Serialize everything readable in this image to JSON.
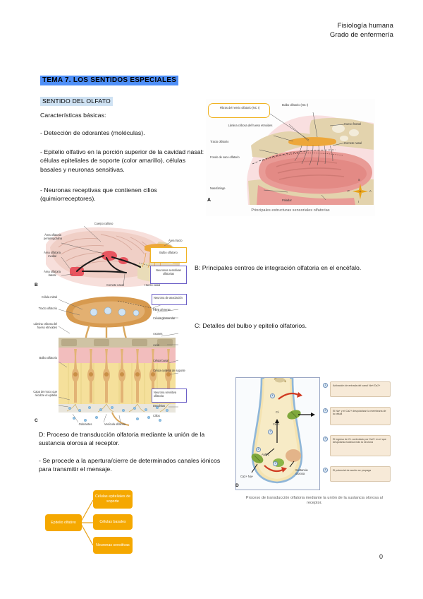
{
  "header": {
    "line1": "Fisiología humana",
    "line2": "Grado de enfermería"
  },
  "headings": {
    "tema": "TEMA 7. LOS SENTIDOS ESPECIALES",
    "seccion": "SENTIDO DEL OLFATO"
  },
  "body": {
    "intro": "Características básicas:",
    "bullet1": "- Detección de odorantes (moléculas).",
    "bullet2": "- Epitelio olfativo en la porción superior de la cavidad nasal: células epiteliales de soporte (color amarillo), células basales y neuronas sensitivas.",
    "bullet3": "- Neuronas receptivas que contienen cilios (quimiorreceptores).",
    "caption_b": "B: Principales centros de integración olfatoria en el encéfalo.",
    "caption_c": "C: Detalles del bulbo y epitelio olfatorios.",
    "caption_d": "D: Proceso de transducción olfatoria mediante la unión de la sustancia olorosa al receptor.",
    "bullet4": "- Se procede a la apertura/cierre de determinados canales iónicos para transmitir el mensaje."
  },
  "page_number": "0",
  "figure_a": {
    "letter": "A",
    "caption": "Principales estructuras sensoriales olfatorias",
    "labels": {
      "fibras": "Fibras del nervio olfatorio (NC I)",
      "bulbo": "Bulbo olfatorio (NC I)",
      "lamina": "Lámina cribosa del hueso etmoides",
      "tracto": "Tracto olfatorio",
      "fondo": "Fondo de saco olfatorio",
      "nasofaringe": "Nasofaringe",
      "paladar": "Paladar",
      "hueso_frontal": "Hueso frontal",
      "cornete_nasal": "Cornete nasal"
    },
    "compass": {
      "s": "S",
      "i": "I",
      "p": "P",
      "a": "A"
    }
  },
  "figure_b": {
    "letter": "B",
    "labels": {
      "cuerpo_calloso": "Cuerpo calloso",
      "area_olfatoria_periamigdalina": "Área olfatoria periamigdalina",
      "area_olfatoria_medial": "Área olfatoria medial",
      "area_olfatoria_lateral": "Área olfatoria lateral",
      "cornete_nasal": "Cornete nasal",
      "hueso_nasal": "Hueso nasal",
      "area_tracto": "Área tracto",
      "bulbo_olfatorio": "Bulbo olfatorio",
      "neuronas_sensitivas_olfatorias": "Neuronas sensitivas olfatorias"
    }
  },
  "figure_c": {
    "letter": "C",
    "labels": {
      "celula_mitral": "Célula mitral",
      "tracto_olfatorio": "Tracto olfatorio",
      "lamina_cribosa_del_hueso_etmoides": "Lámina cribosa del hueso etmoides",
      "bulbo_olfatorio": "Bulbo olfatorio",
      "capa_de_moco": "Capa de moco que recubre el epitelio",
      "glomerulo": "Glomérulo",
      "neurona_de_asociacion": "Neurona de asociación",
      "fibra_aferente": "Fibra aferente",
      "celula_glomerular": "Célula glomerular",
      "axones": "Axones",
      "axon": "Axón",
      "celula_basal": "Célula basal",
      "celula_epitelial_de_soporte": "Célula epitelial de soporte",
      "neurona_sensitiva_olfatoria": "Neurona sensitiva olfatoria",
      "dendritas": "Dendritas",
      "cilios": "Cilios",
      "odorantes": "Odorantes",
      "vesicula_olfatoria": "Vesícula olfatoria"
    }
  },
  "figure_d": {
    "letter": "D",
    "caption": "Proceso de transducción olfatoria mediante la unión de la sustancia olorosa al receptor.",
    "steps": [
      {
        "n": "1",
        "text": "Activación de entrada del canal Na+/Ca2+"
      },
      {
        "n": "2",
        "text": "El Na+ y el Ca2+ despolarizan la membrana de la célula"
      },
      {
        "n": "3",
        "text": "El ingreso de Cl- controlado por Ca2+ es el que despolariza todavía más la neurona"
      },
      {
        "n": "4",
        "text": "El potencial de acción se propaga"
      }
    ],
    "labels": {
      "cl": "Cl-",
      "ca": "Ca2+",
      "camp": "AMPc",
      "ca_na": "Ca2+ Na+",
      "sustancia_olorosa": "Sustancia olorosa"
    }
  },
  "flowchart": {
    "root": "Epitelio olfativo",
    "children": [
      "Células epiteliales de soporte",
      "Células basales",
      "Neuronas sensitivas"
    ],
    "color": "#f5a800"
  }
}
